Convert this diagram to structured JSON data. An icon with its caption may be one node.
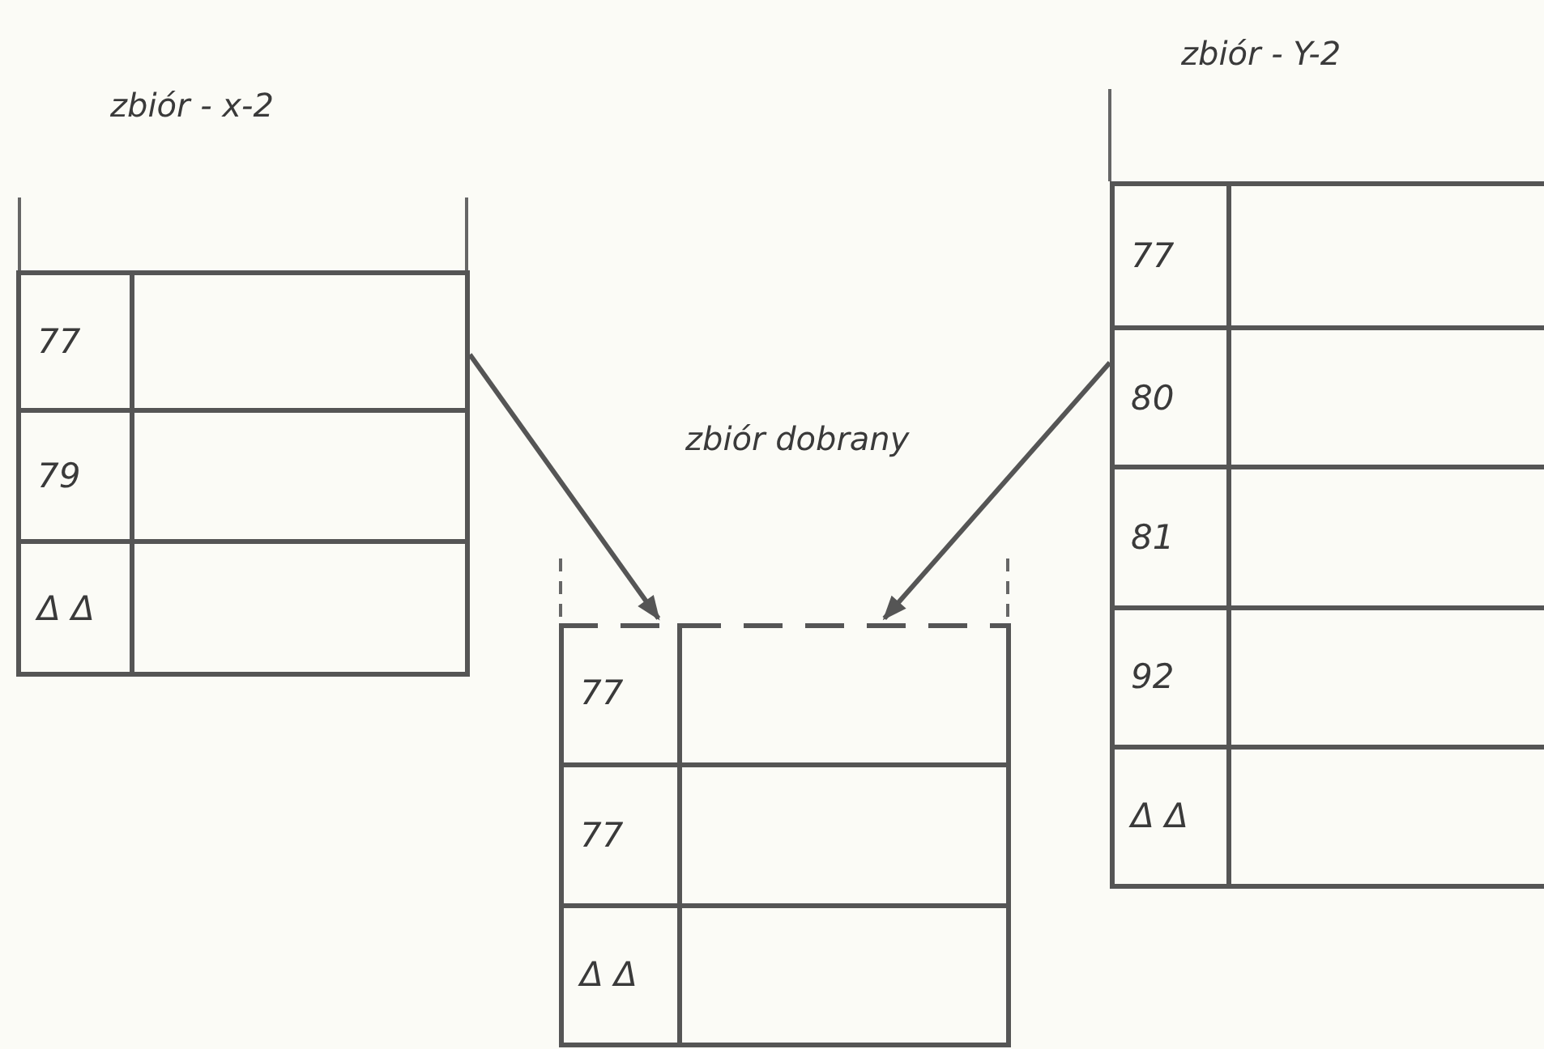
{
  "diagram": {
    "nodes": [
      {
        "text": [
          "zbiór - x-2",
          "77",
          "79",
          "Δ Δ"
        ]
      },
      {
        "text": [
          "zbiór dobrany",
          "77",
          "77",
          "Δ Δ"
        ]
      },
      {
        "text": [
          "zbiór - Y-2",
          "77",
          "80",
          "81",
          "92",
          "Δ Δ"
        ]
      }
    ],
    "edges": [
      {
        "from": 0,
        "to": 1,
        "arrow": "to"
      },
      {
        "from": 2,
        "to": 1,
        "arrow": "to"
      }
    ]
  }
}
